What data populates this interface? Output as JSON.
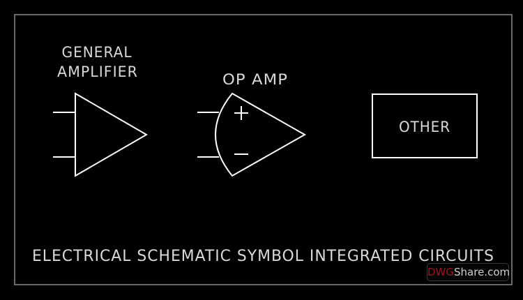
{
  "drawing": {
    "border_color": "#8a8a8a",
    "line_color": "#ffffff",
    "text_color": "#d9d9d9",
    "background": "#000000"
  },
  "labels": {
    "general_amplifier_line1": "GENERAL",
    "general_amplifier_line2": "AMPLIFIER",
    "op_amp": "OP  AMP",
    "op_amp_plus": "+",
    "op_amp_minus": "−",
    "other": "OTHER",
    "title": "ELECTRICAL  SCHEMATIC  SYMBOL  INTEGRATED  CIRCUITS"
  },
  "watermark": {
    "brand_red": "DWG",
    "brand_rest": "Share.com",
    "red_color": "#a0141b"
  }
}
